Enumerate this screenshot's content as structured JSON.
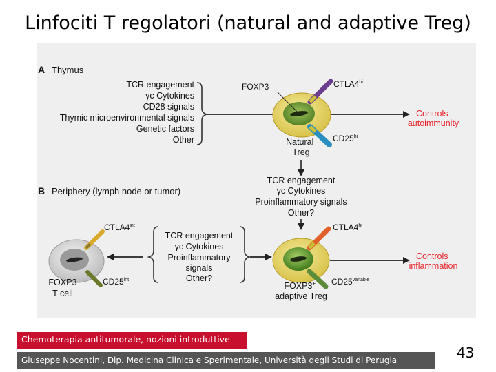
{
  "slide": {
    "title": "Linfociti T regolatori (natural and adaptive Treg)",
    "course": "Chemoterapia antitumorale, nozioni introduttive",
    "author": "Giuseppe Nocentini, Dip. Medicina Clinica e Sperimentale, Università degli Studi di Perugia",
    "page_number": "43"
  },
  "panel_a": {
    "letter": "A",
    "title": "Thymus",
    "factors": [
      "TCR engagement",
      "γc Cytokines",
      "CD28 signals",
      "Thymic microenvironmental signals",
      "Genetic factors",
      "Other"
    ],
    "foxp3": "FOXP3",
    "ctla4": "CTLA4",
    "ctla4_sup": "hi",
    "cd25": "CD25",
    "cd25_sup": "hi",
    "cell_label_1": "Natural",
    "cell_label_2": "Treg",
    "outcome_1": "Controls",
    "outcome_2": "autoimmunity"
  },
  "middle_signals": [
    "TCR engagement",
    "γc Cytokines",
    "Proinflammatory signals",
    "Other?"
  ],
  "panel_b": {
    "letter": "B",
    "title": "Periphery (lymph node or tumor)",
    "left_ctla4": "CTLA4",
    "left_ctla4_sup": "int",
    "left_cd25": "CD25",
    "left_cd25_sup": "int",
    "left_cell_1": "FOXP3",
    "left_cell_1_sup": "−",
    "left_cell_2": "T cell",
    "signals": [
      "TCR engagement",
      "γc Cytokines",
      "Proinflammatory",
      "signals",
      "Other?"
    ],
    "right_ctla4": "CTLA4",
    "right_ctla4_sup": "hi",
    "right_cd25": "CD25",
    "right_cd25_sup": "variable",
    "right_cell_1": "FOXP3",
    "right_cell_1_sup": "+",
    "right_cell_2": "adaptive Treg",
    "outcome_1": "Controls",
    "outcome_2": "inflammation"
  },
  "colors": {
    "outcome_red": "#e8232b",
    "ctla4_purple": "#6a3d8f",
    "cd25_blue": "#2a8fc0",
    "ctla4_yellow": "#d8a92a",
    "cd25_olive": "#6a7a2a",
    "ctla4_orange": "#e0602a",
    "cd25_green": "#5a8a3a"
  }
}
